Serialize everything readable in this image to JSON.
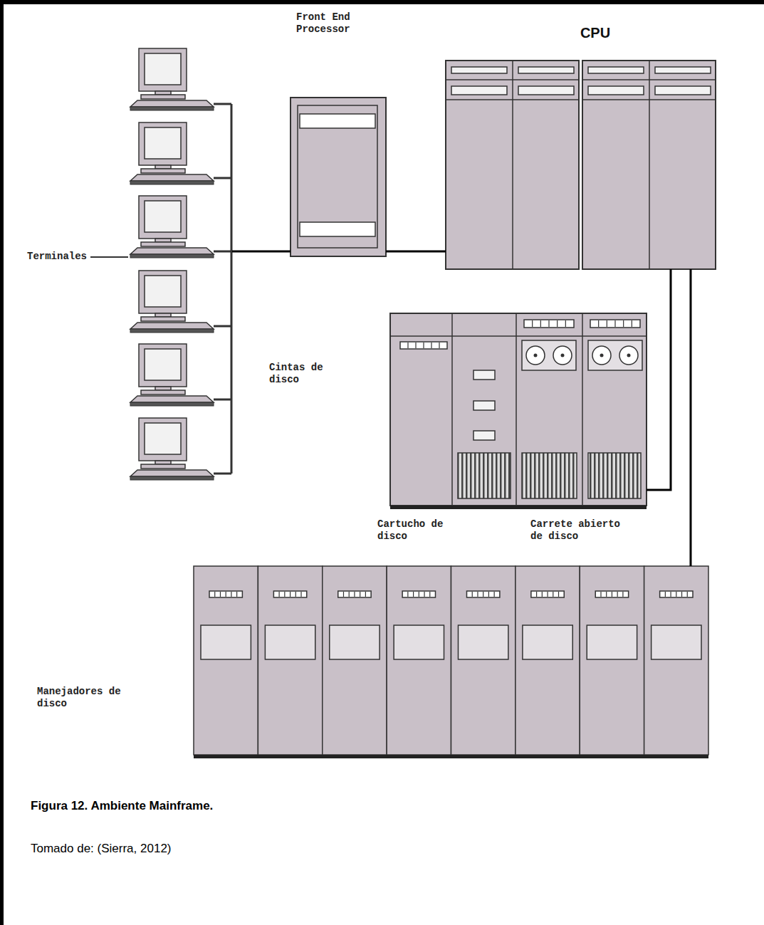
{
  "diagram": {
    "caption": "Figura 12. Ambiente Mainframe.",
    "nodes": [
      {
        "text": [
          "Terminales"
        ]
      },
      {
        "text": [
          "Front End Processor"
        ]
      },
      {
        "text": [
          "CPU"
        ]
      },
      {
        "text": [
          "Cintas de disco",
          "Cartucho de disco",
          "Carrete abierto de disco"
        ]
      },
      {
        "text": [
          "Manejadores de disco"
        ]
      }
    ],
    "edges": [
      {
        "from": 0,
        "to": 1,
        "arrow": "none"
      },
      {
        "from": 1,
        "to": 2,
        "arrow": "none"
      },
      {
        "from": 2,
        "to": 3,
        "arrow": "none"
      },
      {
        "from": 2,
        "to": 4,
        "arrow": "none"
      }
    ],
    "labels": [
      "Tomado de: (Sierra, 2012)"
    ]
  }
}
